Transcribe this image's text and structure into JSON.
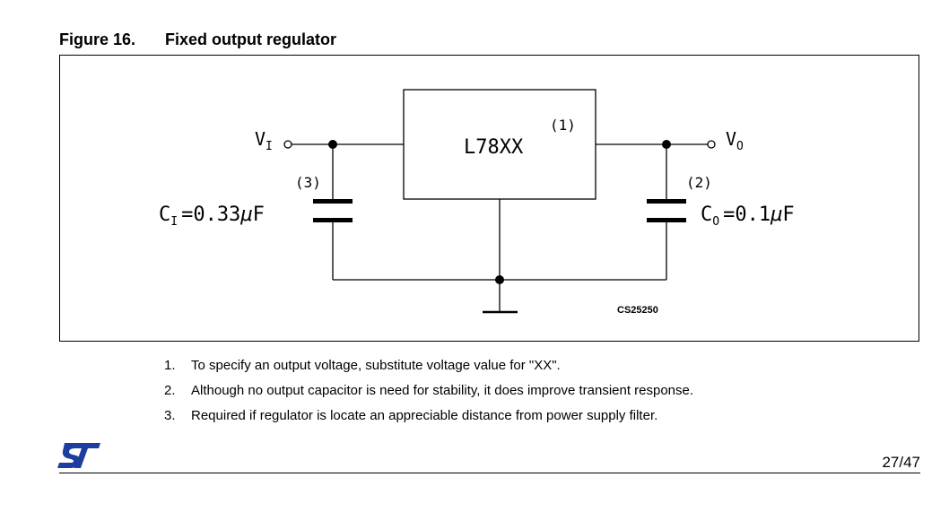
{
  "figure": {
    "number": "Figure 16.",
    "title": "Fixed output regulator"
  },
  "schematic": {
    "input_label_main": "V",
    "input_label_sub": "I",
    "output_label_main": "V",
    "output_label_sub": "O",
    "ic_label": "L78XX",
    "ic_note": "(1)",
    "input_cap_note": "(3)",
    "input_cap_main": "C",
    "input_cap_sub": "I",
    "input_cap_value": "=0.33",
    "input_cap_mu": "μ",
    "input_cap_unit": "F",
    "output_cap_note": "(2)",
    "output_cap_main": "C",
    "output_cap_sub": "O",
    "output_cap_value": "=0.1",
    "output_cap_mu": "μ",
    "output_cap_unit": "F",
    "drawing_code": "CS25250"
  },
  "notes": [
    {
      "num": "1.",
      "text": "To specify an output voltage, substitute voltage value for \"XX\"."
    },
    {
      "num": "2.",
      "text": "Although no output capacitor is need for stability, it does improve transient response."
    },
    {
      "num": "3.",
      "text": "Required if regulator is locate an appreciable distance from power supply filter."
    }
  ],
  "footer": {
    "logo": "ST",
    "page": "27/47"
  },
  "colors": {
    "logo_blue": "#1e3e9f",
    "line": "#000000"
  }
}
